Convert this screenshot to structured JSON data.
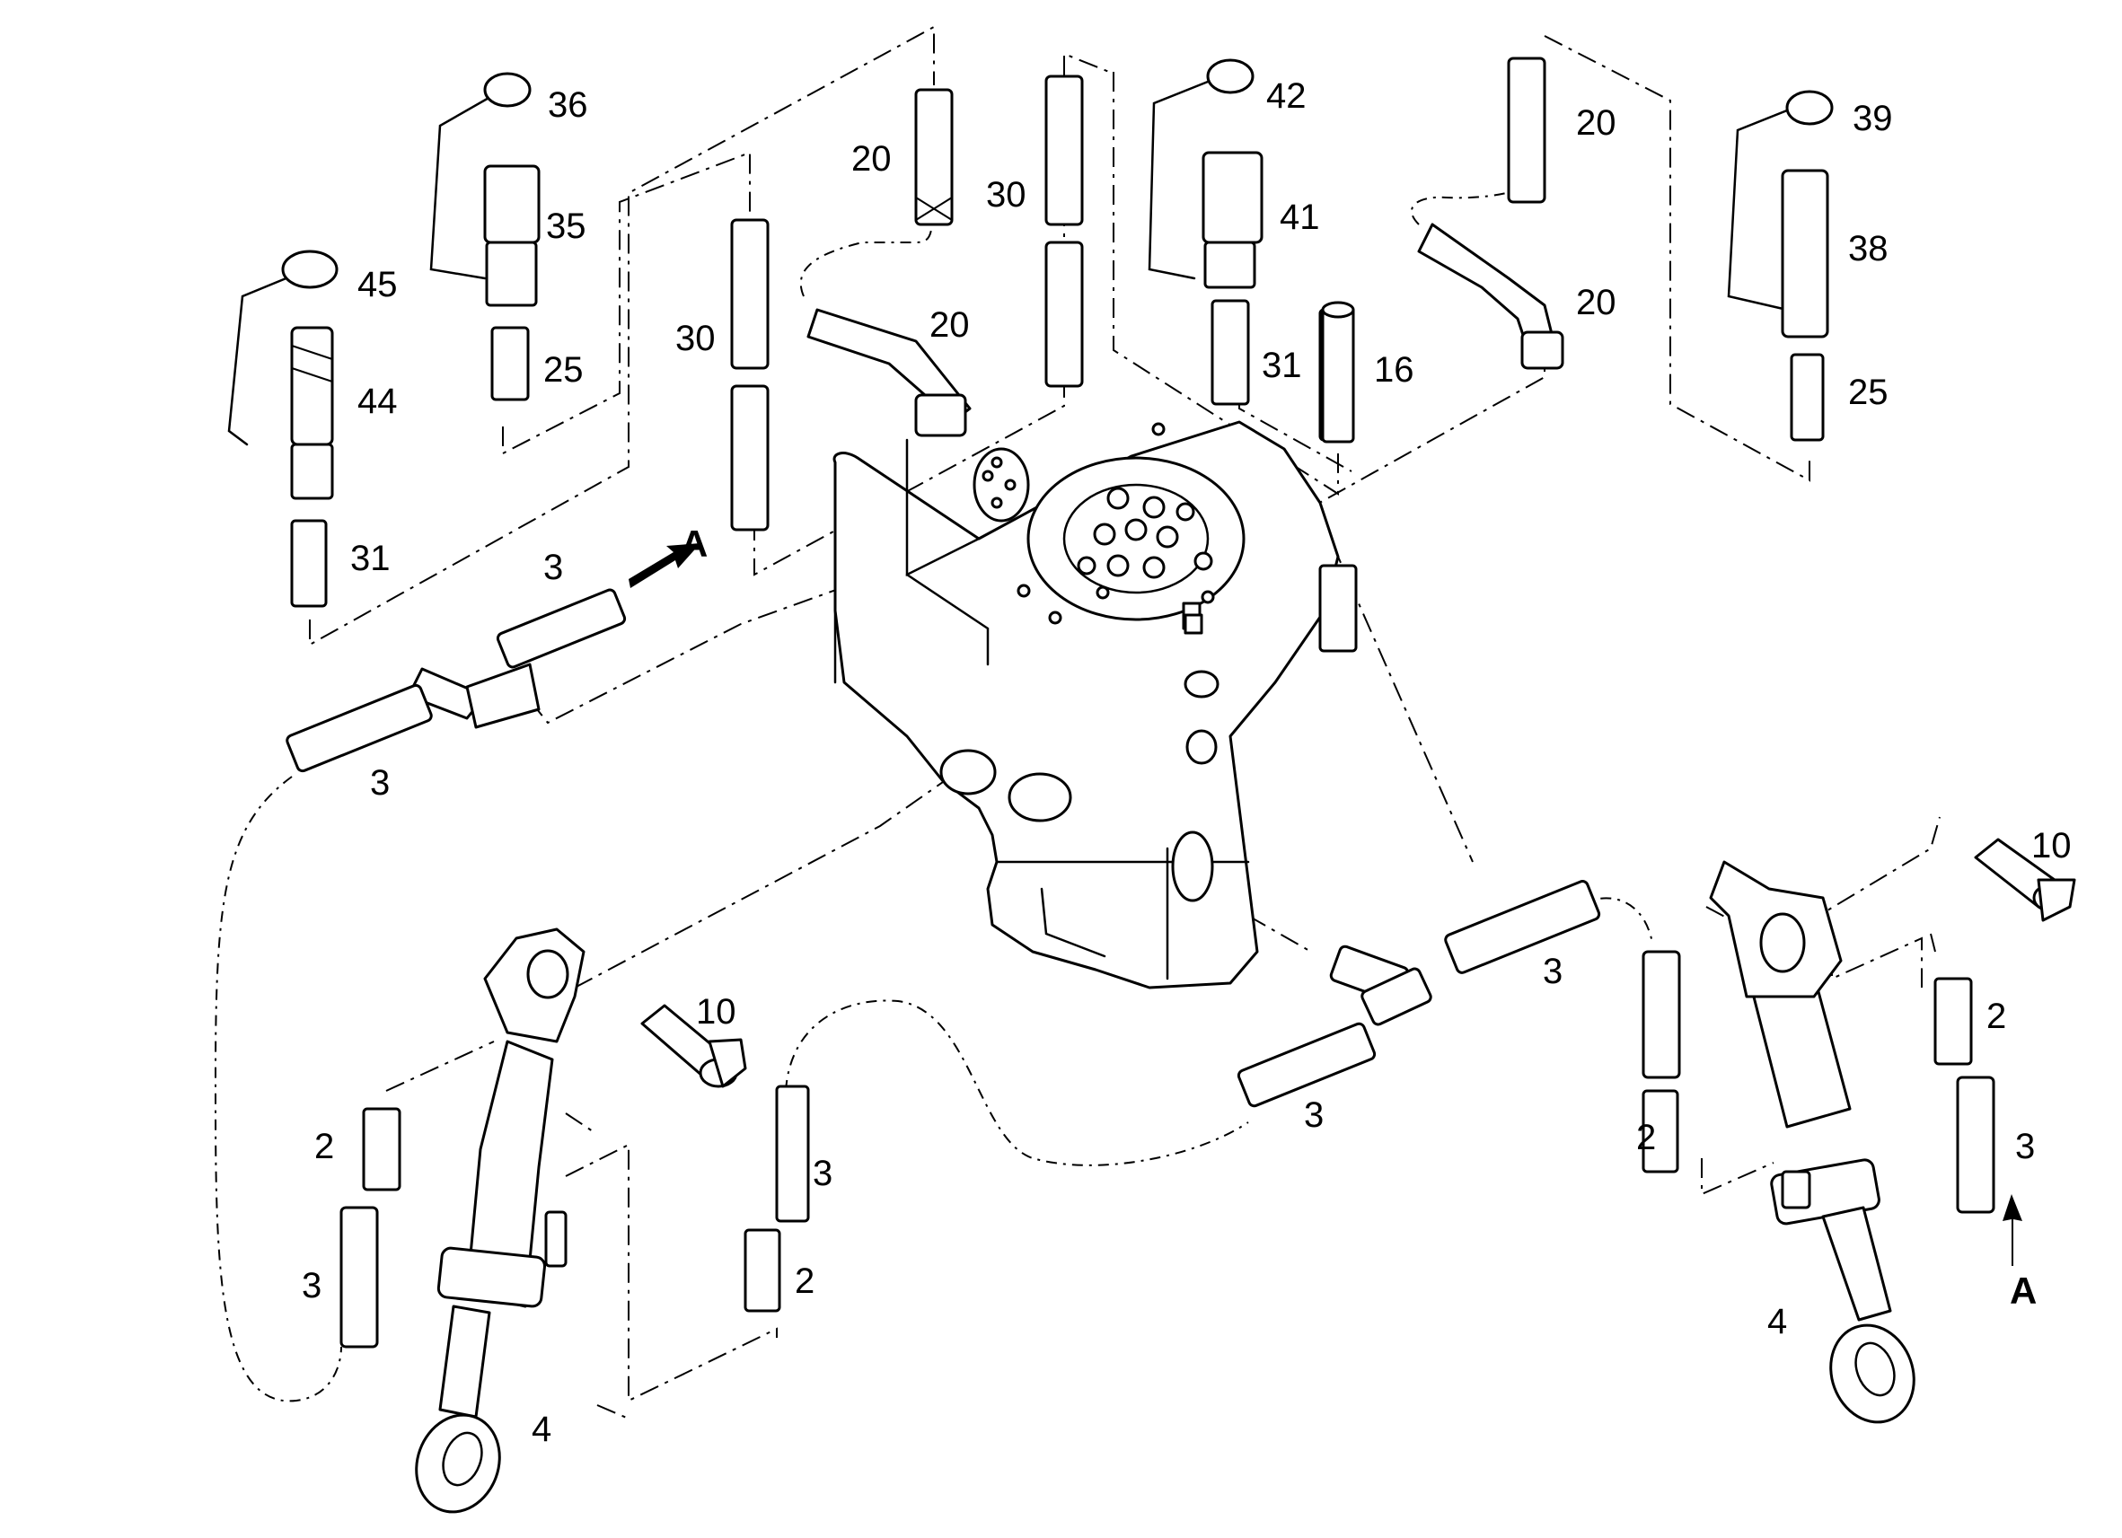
{
  "callouts": {
    "c36": "36",
    "c35": "35",
    "c45": "45",
    "c25a": "25",
    "c44": "44",
    "c31a": "31",
    "c20a": "20",
    "c30a": "30",
    "c30b": "30",
    "c20b": "20",
    "c42": "42",
    "c41": "41",
    "c31b": "31",
    "c16": "16",
    "c20c": "20",
    "c20d": "20",
    "c39": "39",
    "c38": "38",
    "c25b": "25",
    "c3a": "3",
    "c3b": "3",
    "c3c": "3",
    "c3d": "3",
    "c3e": "3",
    "c3f": "3",
    "c3g": "3",
    "c10a": "10",
    "c10b": "10",
    "c2a": "2",
    "c2b": "2",
    "c2c": "2",
    "c2d": "2",
    "c4a": "4",
    "c4b": "4",
    "arrowA1": "A",
    "arrowA2": "A"
  }
}
